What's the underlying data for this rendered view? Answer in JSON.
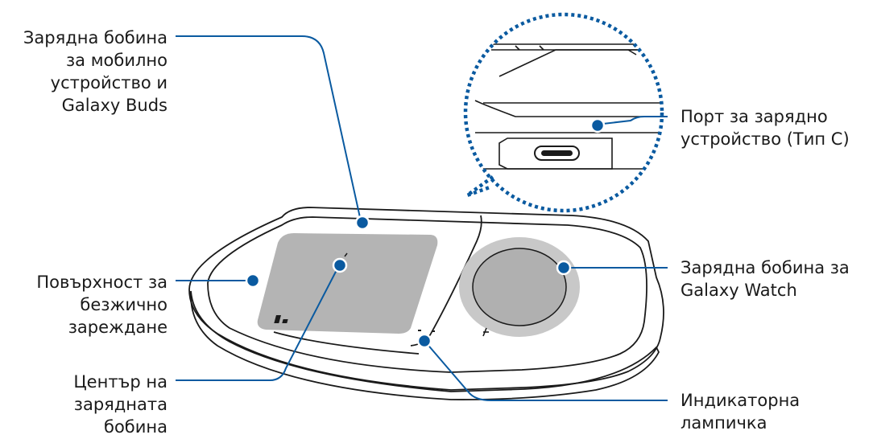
{
  "colors": {
    "leader": "#0a5aa0",
    "outline": "#1a1a1a",
    "coil_pad": "#b4b4b4",
    "watch_ring": "#c8c8c8",
    "watch_center": "#b0b0b0"
  },
  "labels": {
    "phone_coil": [
      "Зарядна бобина",
      "за мобилно",
      "устройство и",
      "Galaxy Buds"
    ],
    "wireless_surface": [
      "Повърхност за",
      "безжично",
      "зареждане"
    ],
    "coil_center": [
      "Център на",
      "зарядната",
      "бобина"
    ],
    "port": [
      "Порт за зарядно",
      "устройство (Тип C)"
    ],
    "watch_coil": [
      "Зарядна бобина за",
      "Galaxy Watch"
    ],
    "indicator": [
      "Индикаторна",
      "лампичка"
    ]
  },
  "icons": {
    "zoom_callout": "zoom-circle",
    "usb_port": "usb-c-port-icon",
    "buds_symbol": "buds-icon",
    "watch_symbol": "watch-icon"
  }
}
